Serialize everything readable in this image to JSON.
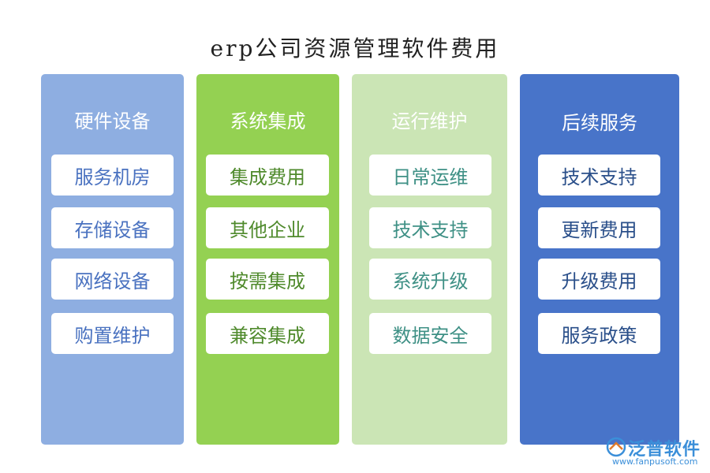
{
  "title": "erp公司资源管理软件费用",
  "columns": [
    {
      "heading": "硬件设备",
      "color": "#8eaee1",
      "text_color": "#4a72c0",
      "items": [
        "服务机房",
        "存储设备",
        "网络设备",
        "购置维护"
      ]
    },
    {
      "heading": "系统集成",
      "color": "#94d152",
      "text_color": "#4f8a2c",
      "items": [
        "集成费用",
        "其他企业",
        "按需集成",
        "兼容集成"
      ]
    },
    {
      "heading": "运行维护",
      "color": "#cbe5b5",
      "text_color": "#3e9085",
      "items": [
        "日常运维",
        "技术支持",
        "系统升级",
        "数据安全"
      ]
    },
    {
      "heading": "后续服务",
      "color": "#4874c9",
      "text_color": "#2a4f8a",
      "items": [
        "技术支持",
        "更新费用",
        "升级费用",
        "服务政策"
      ]
    }
  ],
  "logo": {
    "name": "泛普软件",
    "url": "www.fanpusoft.com",
    "color": "#3b8fd9"
  }
}
